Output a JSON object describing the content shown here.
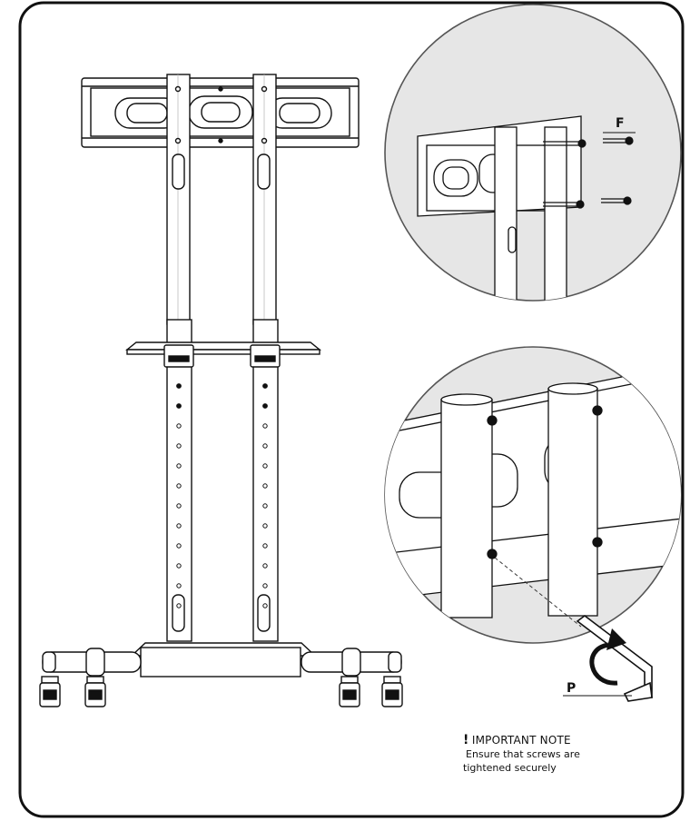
{
  "callouts": {
    "screw_label": "F",
    "key_label": "P"
  },
  "note": {
    "marker": "!",
    "title": "IMPORTANT NOTE",
    "line1": "Ensure that screws are",
    "line2": "tightened securely"
  }
}
